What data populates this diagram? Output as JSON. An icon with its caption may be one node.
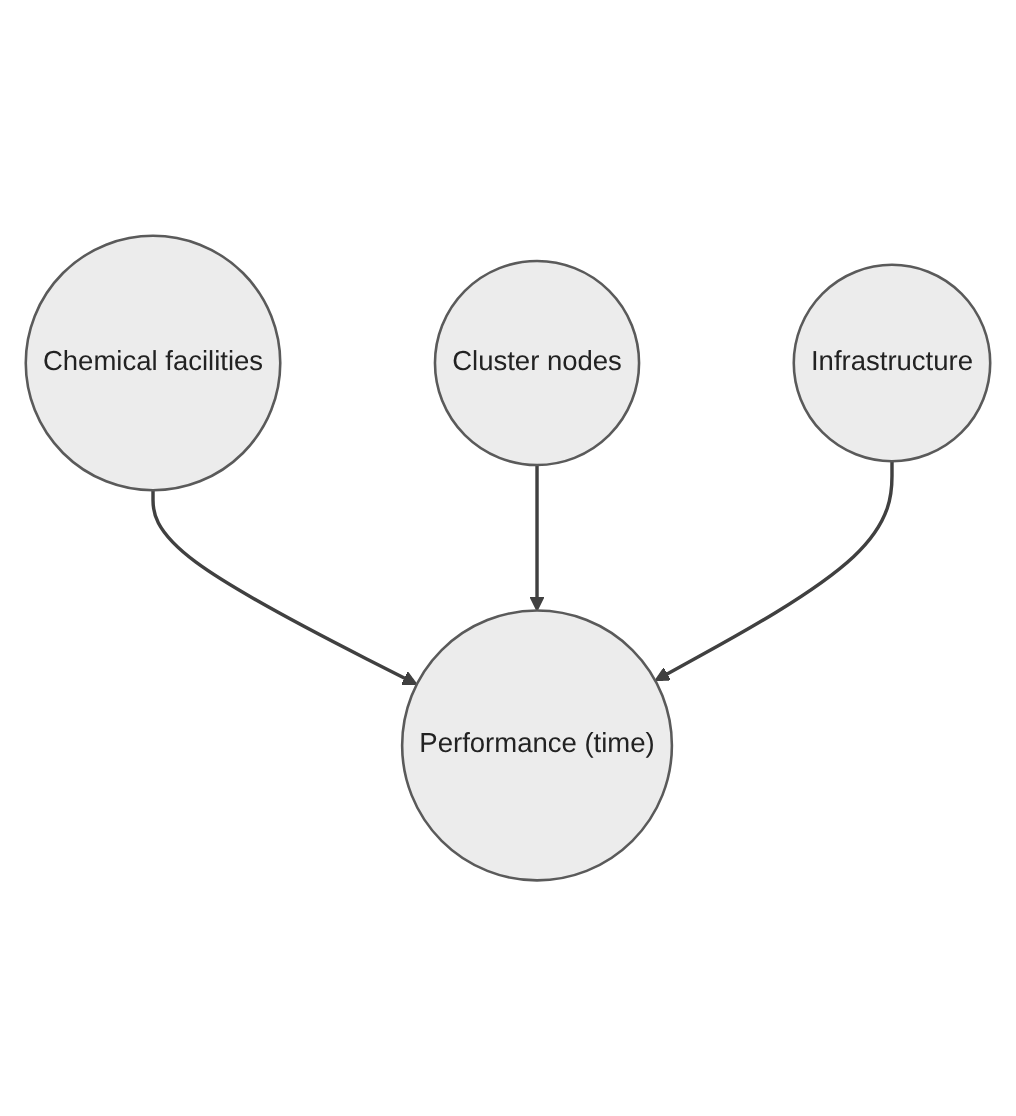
{
  "diagram": {
    "nodes": [
      {
        "text": [
          "Chemical facilities"
        ]
      },
      {
        "text": [
          "Performance (time)"
        ]
      },
      {
        "text": [
          "Cluster nodes"
        ]
      },
      {
        "text": [
          "Infrastructure"
        ]
      }
    ],
    "edges": [
      {
        "from": 0,
        "to": 1,
        "arrow": "to"
      },
      {
        "from": 2,
        "to": 1,
        "arrow": "to"
      },
      {
        "from": 3,
        "to": 1,
        "arrow": "to"
      }
    ]
  }
}
